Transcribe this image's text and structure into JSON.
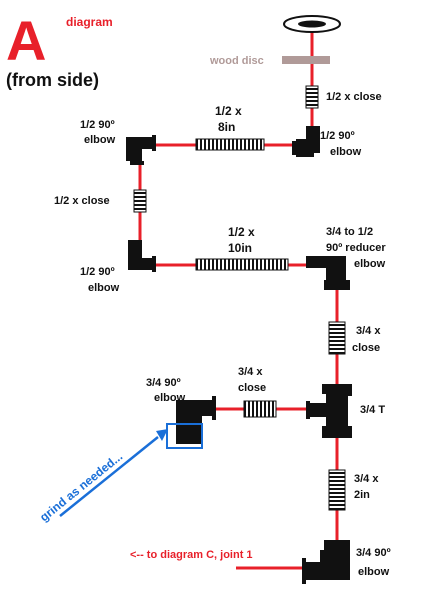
{
  "title": {
    "letter": "A",
    "word": "diagram",
    "view": "(from side)"
  },
  "colors": {
    "accent": "#e8202a",
    "pipe_line": "#e8202a",
    "fitting": "#111111",
    "disc": "#b09a98",
    "callout": "#1a6fd8",
    "text": "#111111"
  },
  "labels": {
    "wood_disc": "wood disc",
    "nipple_top": "1/2 x close",
    "elbow_top_right": [
      "1/2 90º",
      "elbow"
    ],
    "elbow_top_left": [
      "1/2 90º",
      "elbow"
    ],
    "pipe_8in": [
      "1/2 x",
      "8in"
    ],
    "nipple_left": "1/2 x close",
    "elbow_mid_left": [
      "1/2 90º",
      "elbow"
    ],
    "pipe_10in": [
      "1/2 x",
      "10in"
    ],
    "reducer": [
      "3/4 to 1/2",
      "90º reducer",
      "elbow"
    ],
    "nipple_right": [
      "3/4 x",
      "close"
    ],
    "elbow_34_left": [
      "3/4 90º",
      "elbow"
    ],
    "nipple_mid": [
      "3/4 x",
      "close"
    ],
    "tee": "3/4 T",
    "pipe_2in": [
      "3/4 x",
      "2in"
    ],
    "elbow_bottom": [
      "3/4 90º",
      "elbow"
    ],
    "to_c": "<-- to diagram C, joint 1",
    "grind": "grind as needed..."
  }
}
